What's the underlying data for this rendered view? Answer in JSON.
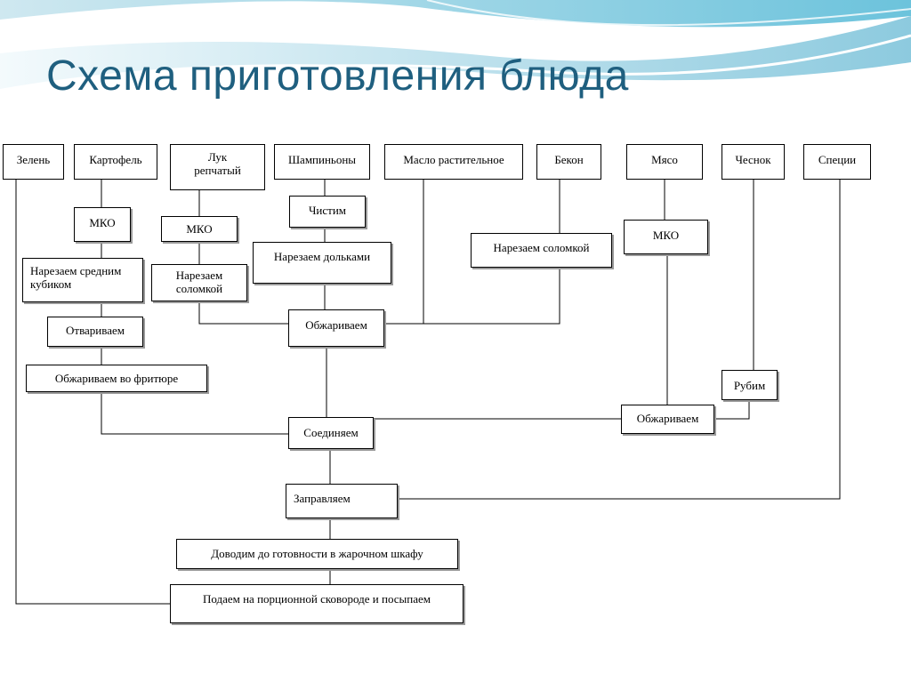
{
  "slide": {
    "title": "Схема приготовления блюда"
  },
  "ingredients": {
    "zelen": "Зелень",
    "kartofel": "Картофель",
    "luk": "Лук репчатый",
    "shampinyony": "Шампиньоны",
    "maslo": "Масло растительное",
    "bekon": "Бекон",
    "myaso": "Мясо",
    "chesnok": "Чеснок",
    "specii": "Специи"
  },
  "steps": {
    "mko_kartofel": "МКО",
    "narezaem_kubikom": "Нарезаем средним кубиком",
    "otvarivaem": "Отвариваем",
    "obzharivaem_fritur": "Обжариваем во фритюре",
    "mko_luk": "МКО",
    "narezaem_solomkoy_luk": "Нарезаем соломкой",
    "chistim": "Чистим",
    "narezaem_dolkami": "Нарезаем дольками",
    "narezaem_solomkoy_bekon": "Нарезаем соломкой",
    "mko_myaso": "МКО",
    "obzharivaem_1": "Обжариваем",
    "rubim": "Рубим",
    "obzharivaem_myaso": "Обжариваем",
    "soedinyaem": "Соединяем",
    "zapravlyaem": "Заправляем",
    "dovodim": "Доводим до готовности в жарочном шкафу",
    "podaem": "Подаем на порционной сковороде и посыпаем"
  }
}
